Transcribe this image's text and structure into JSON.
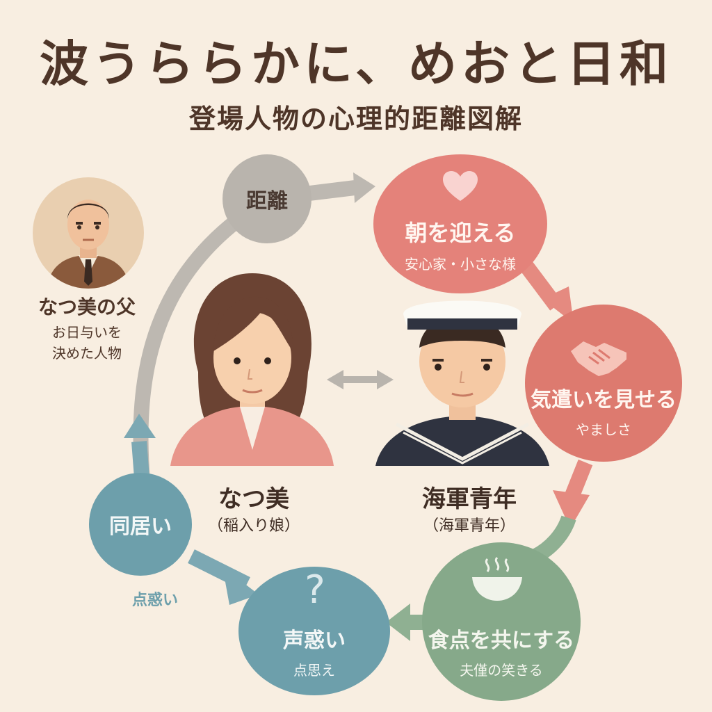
{
  "title": "波うららかに、めおと日和",
  "subtitle": "登場人物の心理的距離図解",
  "nodes": {
    "kyori": {
      "label": "距離"
    },
    "asa": {
      "label": "朝を迎える",
      "sub": "安心家・小さな様"
    },
    "kizukai": {
      "label": "気遣いを見せる",
      "sub": "やましさ"
    },
    "shokuji": {
      "label": "食点を共にする",
      "sub": "夫僅の笑きる"
    },
    "tomadoi": {
      "label": "声惑い",
      "sub": "点思え"
    },
    "dokyo": {
      "label": "同居い"
    }
  },
  "side_label": "点惑い",
  "father": {
    "name": "なつ美の父",
    "line1": "お日与いを",
    "line2": "決めた人物"
  },
  "natsumi": {
    "name": "なつ美",
    "sub": "（稲入り娘）"
  },
  "navy": {
    "name": "海軍青年",
    "sub": "（海軍青年）"
  },
  "icons": [
    "heart-icon",
    "handshake-icon",
    "rice-bowl-icon",
    "question-icon",
    "double-arrow-icon"
  ],
  "colors": {
    "background": "#f8eee1",
    "distance": "#b9b4ad",
    "warm": "#e4827a",
    "green": "#86a98a",
    "blue": "#6d9fab"
  }
}
